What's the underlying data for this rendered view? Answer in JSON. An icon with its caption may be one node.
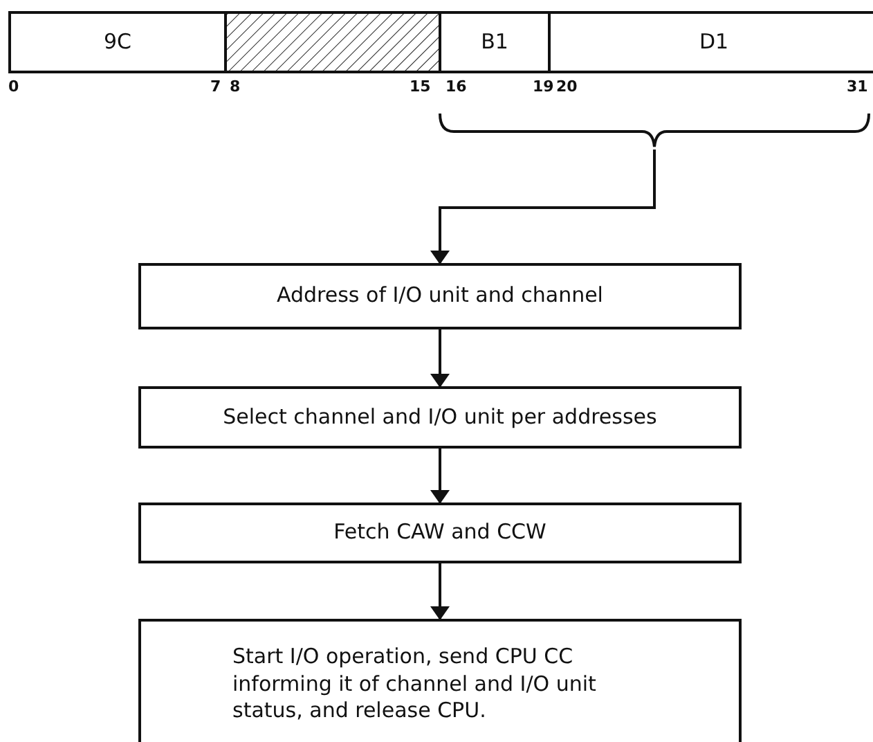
{
  "diagram": {
    "nodes": [
      {
        "text": [
          "9C"
        ]
      },
      {
        "text": [],
        "shape": "box"
      },
      {
        "text": [
          "B1"
        ]
      },
      {
        "text": [
          "D1"
        ]
      },
      {
        "text": [],
        "shape": "bracket"
      },
      {
        "text": [
          "Address of I/O unit and channel"
        ]
      },
      {
        "text": [
          "Select channel and I/O unit per addresses"
        ]
      },
      {
        "text": [
          "Fetch CAW and CCW"
        ]
      },
      {
        "text": [
          "Start I/O operation, send CPU CC informing it of channel and I/O unit status, and release CPU."
        ]
      }
    ],
    "edges": [
      {
        "from": 4,
        "to": 5,
        "arrow": "to"
      },
      {
        "from": 5,
        "to": 6,
        "arrow": "to"
      },
      {
        "from": 6,
        "to": 7,
        "arrow": "to"
      },
      {
        "from": 7,
        "to": 8,
        "arrow": "to"
      }
    ],
    "labels": [
      "0",
      "7",
      "8",
      "15",
      "16",
      "19",
      "20",
      "31"
    ]
  }
}
